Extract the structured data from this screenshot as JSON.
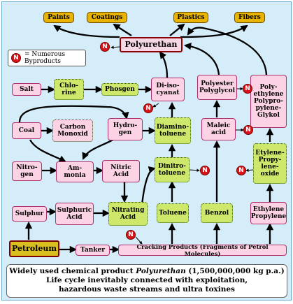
{
  "legend": {
    "badge": "N",
    "text": "= Numerous\nByproducts"
  },
  "products": [
    "Paints",
    "Coatings",
    "Plastics",
    "Fibers"
  ],
  "nodes": {
    "polyurethan": "Polyurethan",
    "salt": "Salt",
    "chlorine": "Chlo-\nrine",
    "phosgen": "Phosgen",
    "diisocyanat": "Di-iso-\ncyanat",
    "polyester": "Polyester\nPolyglycol",
    "polyethylene": "Poly-\nethylene\nPolypro-\npylene-\nGlykol",
    "coal": "Coal",
    "carbon_monoxid": "Carbon\nMonoxid",
    "hydrogen": "Hydro-\ngen",
    "diaminotoluene": "Diamino-\ntoluene",
    "maleic_acid": "Maleic\nacid",
    "etylene_oxide": "Etylene-\nPropy-\nlene-\noxide",
    "nitrogen": "Nitro-\ngen",
    "ammonia": "Am-\nmonia",
    "nitric_acid": "Nitric\nAcid",
    "dinitrotoluene": "Dinitro-\ntoluene",
    "sulphur": "Sulphur",
    "sulphuric_acid": "Sulphuric\nAcid",
    "nitrating_acid": "Nitrating\nAcid",
    "toluene": "Toluene",
    "benzol": "Benzol",
    "ethylene_propylene": "Ethylene\nPropylene",
    "petroleum": "Petroleum",
    "tanker": "Tanker",
    "cracking": "Cracking Products (Fragments of Petrol Molecules)"
  },
  "byproduct_label": "N",
  "caption": {
    "line1_prefix": "Widely used chemical product ",
    "line1_em": "Polyurethan",
    "line1_suffix": " (1,500,000,000 kg p.a.)",
    "line2": "Life cycle inevitably connected with exploitation,",
    "line3": "hazardous waste streams and ultra toxines"
  },
  "colors": {
    "intermediate": "#fbd3e5",
    "reagent": "#cde86a",
    "product": "#e8b400",
    "byproduct": "#d8141a",
    "background": "#d4edf8"
  }
}
